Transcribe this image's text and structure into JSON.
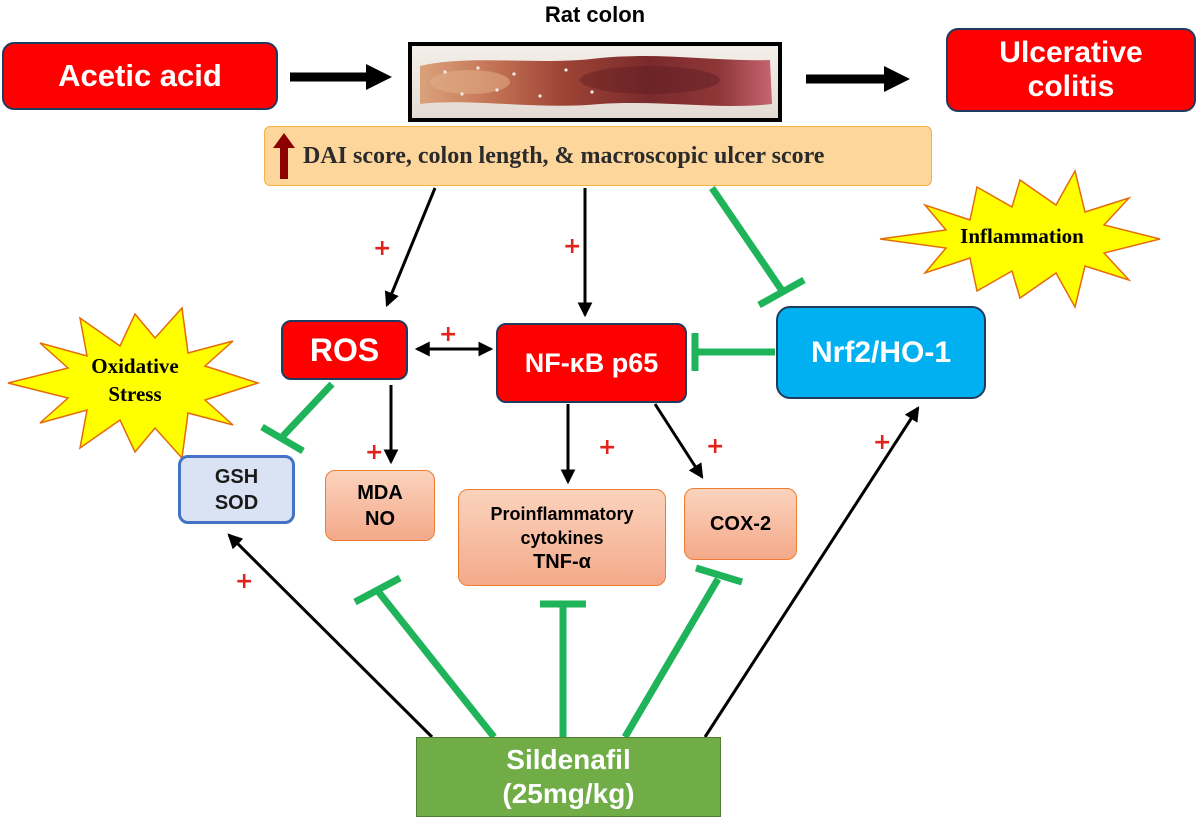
{
  "top_row": {
    "acetic_acid": "Acetic acid",
    "rat_colon_label": "Rat colon",
    "ulcerative_colitis": "Ulcerative colitis"
  },
  "dai_banner": {
    "text": "DAI score, colon length, & macroscopic ulcer score",
    "arrow_icon": "up-arrow-icon"
  },
  "nodes": {
    "ros": "ROS",
    "nfkb": "NF-κB p65",
    "nrf2": "Nrf2/HO-1",
    "gsh_sod": [
      "GSH",
      "SOD"
    ],
    "mda_no": [
      "MDA",
      "NO"
    ],
    "cytokines": [
      "Proinflammatory cytokines",
      "TNF-α"
    ],
    "cox2": "COX-2",
    "sildenafil": [
      "Sildenafil",
      "(25mg/kg)"
    ]
  },
  "bursts": {
    "inflammation": "Inflammation",
    "oxidative_stress": [
      "Oxidative",
      "Stress"
    ]
  },
  "signs": {
    "plus": "+"
  },
  "colors": {
    "red_box": "#ff0000",
    "nrf2_blue": "#00b0f0",
    "green_inhibit": "#1fb35a",
    "sildenafil_green": "#70ad47",
    "banner_fill": "#fdd69c",
    "burst_yellow": "#ffff00",
    "plus_red": "#e0241b"
  }
}
